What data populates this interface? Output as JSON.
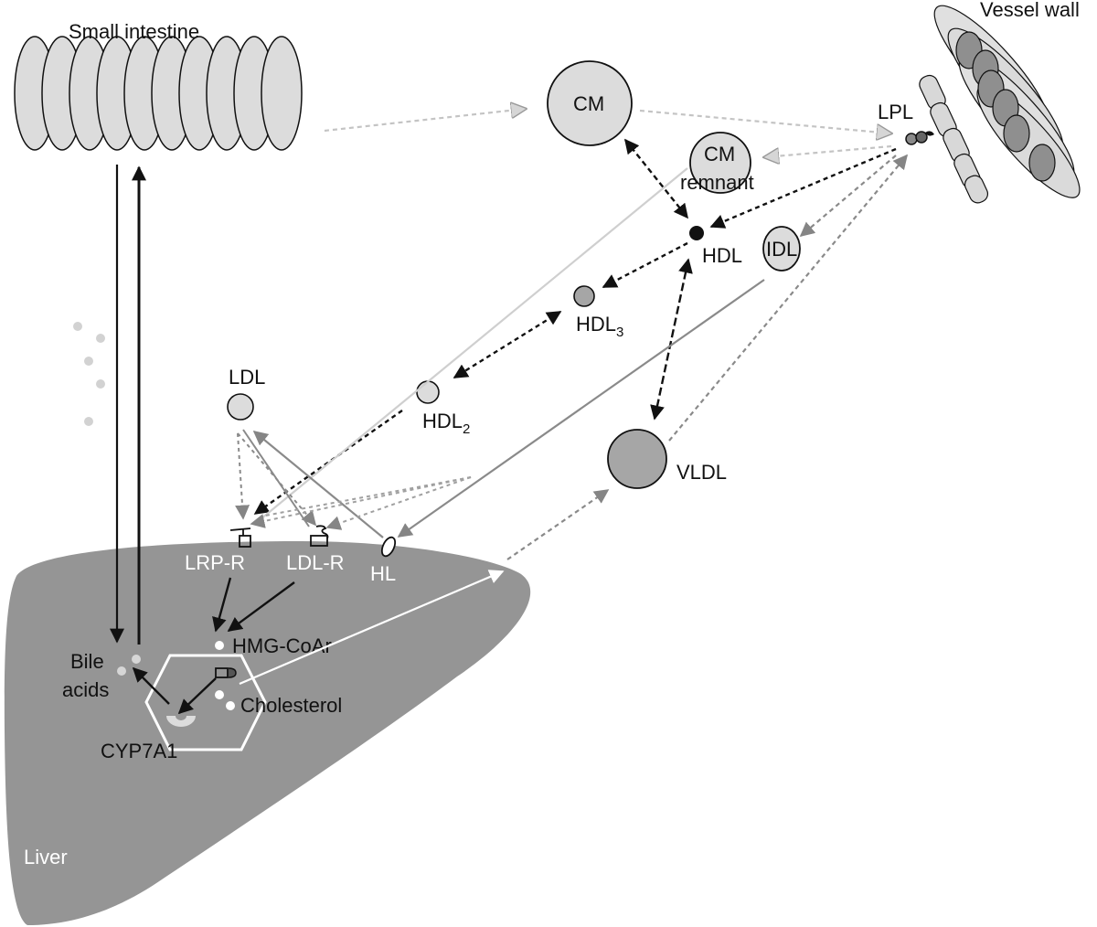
{
  "labels": {
    "small_intestine": "Small intestine",
    "vessel_wall": "Vessel wall",
    "liver": "Liver",
    "cm": "CM",
    "cm_remnant_line1": "CM",
    "cm_remnant_line2": "remnant",
    "lpl": "LPL",
    "hdl": "HDL",
    "idl": "IDL",
    "hdl3_main": "HDL",
    "hdl3_sub": "3",
    "hdl2_main": "HDL",
    "hdl2_sub": "2",
    "ldl": "LDL",
    "vldl": "VLDL",
    "lrp_r": "LRP-R",
    "ldl_r": "LDL-R",
    "hl": "HL",
    "hmg_coar": "HMG-CoAr",
    "bile_line1": "Bile",
    "bile_line2": "acids",
    "cholesterol": "Cholesterol",
    "cyp7a1": "CYP7A1"
  },
  "colors": {
    "liver_fill": "#959595",
    "light_particle": "#dcdcdc",
    "medium_particle": "#a6a6a6",
    "dark_particle": "#111111",
    "light_dashed_arrow": "#c4c4c4",
    "medium_dashed_arrow": "#8a8a8a",
    "dark_arrow": "#111111",
    "white_elements": "#ffffff"
  }
}
